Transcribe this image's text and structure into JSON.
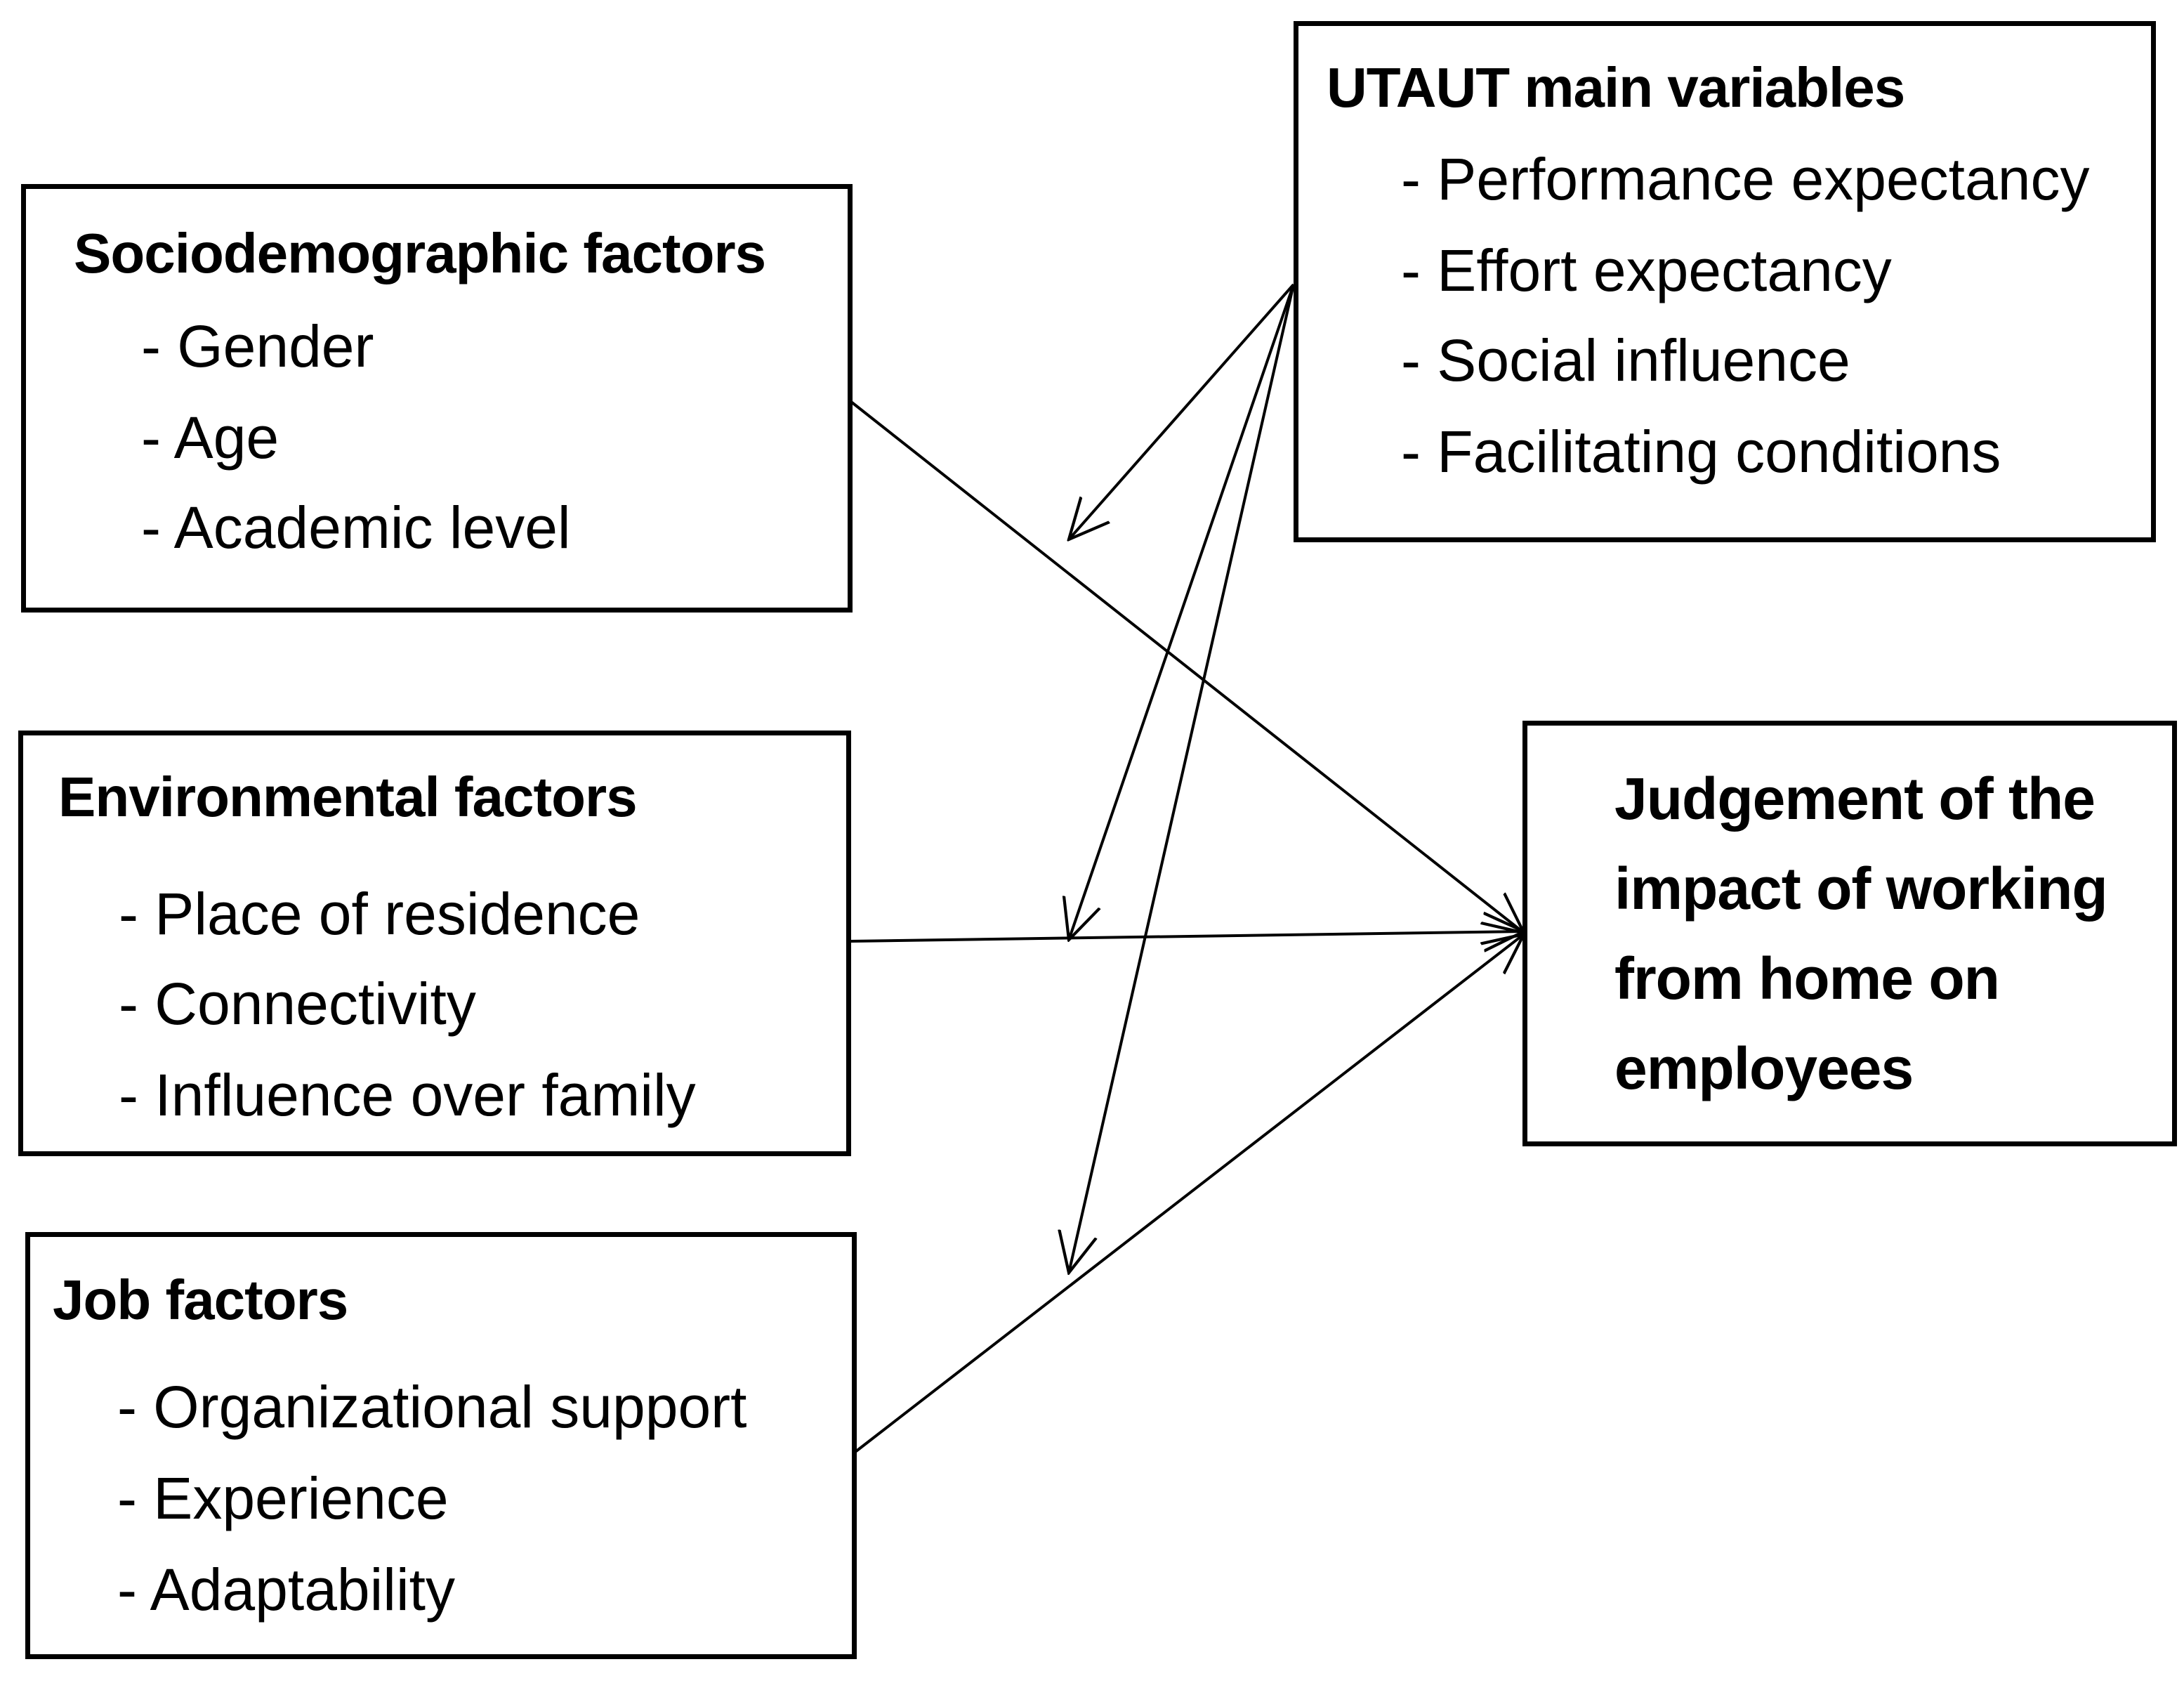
{
  "sociodemographic": {
    "title": "Sociodemographic factors",
    "items": [
      "- Gender",
      "- Age",
      "- Academic level"
    ]
  },
  "environmental": {
    "title": "Environmental factors",
    "items": [
      "- Place of residence",
      "- Connectivity",
      "- Influence over family"
    ]
  },
  "job": {
    "title": "Job factors",
    "items": [
      "- Organizational support",
      "- Experience",
      "- Adaptability"
    ]
  },
  "utaut": {
    "title": "UTAUT main variables",
    "items": [
      "- Performance expectancy",
      "- Effort expectancy",
      "- Social influence",
      "- Facilitating conditions"
    ]
  },
  "outcome": {
    "lines": [
      "Judgement of the",
      "impact of working",
      "from home on",
      "employees"
    ]
  }
}
